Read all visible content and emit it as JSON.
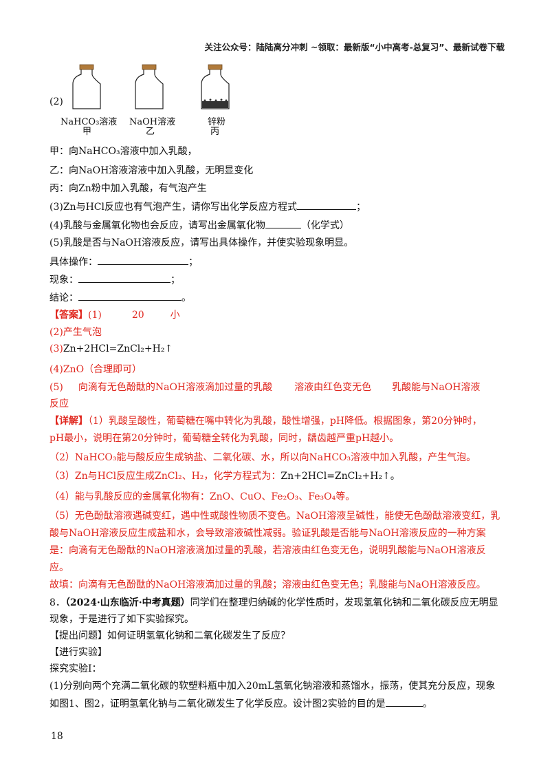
{
  "header": {
    "text": "关注公众号：陆陆高分冲刺 ~领取：最新版“小中高考-总复习”、最新试卷下载"
  },
  "figure": {
    "number": "(2)",
    "bottles": [
      {
        "label": "NaHCO₃溶液",
        "name": "甲"
      },
      {
        "label": "NaOH溶液",
        "name": "乙"
      },
      {
        "label": "锌粉",
        "name": "丙"
      }
    ]
  },
  "obs": {
    "jia": "甲：向NaHCO₃溶液中加入乳酸，",
    "yi": "乙：向NaOH溶液溶液中加入乳酸，无明显变化",
    "bing": "丙：向Zn粉中加入乳酸，有气泡产生"
  },
  "questions": {
    "q3": "(3)Zn与HCl反应也有气泡产生，请你写出化学反应方程式",
    "q3_end": "；",
    "q4": "(4)乳酸与金属氧化物也会反应，请写出金属氧化物",
    "q4_end": "（化学式）",
    "q5": "(5)乳酸是否与NaOH溶液反应，请写出具体操作，并使实验现象明显。",
    "op": "具体操作：",
    "op_end": "；",
    "phen": "现象：",
    "phen_end": "；",
    "concl": "结论：",
    "concl_end": "。"
  },
  "answer": {
    "tag": "【答案】",
    "a1": "(1)",
    "a1_v1": "20",
    "a1_v2": "小",
    "a2": "(2)产生气泡",
    "a3_pre": "(3)",
    "a3_eq": "Zn+2HCl=ZnCl₂+H₂↑",
    "a4": "(4)ZnO（合理即可）",
    "a5": "(5)",
    "a5_p1": "向滴有无色酚酞的NaOH溶液滴加过量的乳酸",
    "a5_p2": "溶液由红色变无色",
    "a5_p3": "乳酸能与NaOH溶液",
    "a5_p4": "反应"
  },
  "detail": {
    "tag": "【详解】",
    "d1a": "（1）乳酸呈酸性，葡萄糖在嘴中转化为乳酸，酸性增强，pH降低。根据图象，第20分钟时，",
    "d1b": "pH最小，说明在第20分钟时，葡萄糖全转化为乳酸，同时，龋齿越严重pH越小。",
    "d2": "（2）NaHCO₃能与酸反应生成钠盐、二氧化碳、水，所以向NaHCO₃溶液中加入乳酸，产生气泡。",
    "d3_pre": "（3）Zn与HCl反应生成ZnCl₂、H₂，化学方程式为：",
    "d3_eq": "Zn+2HCl=ZnCl₂+H₂↑。",
    "d4": "（4）能与乳酸反应的金属氧化物有：ZnO、CuO、Fe₂O₃、Fe₃O₄等。",
    "d5a": "（5）无色酚酞溶液遇碱变红，遇中性或酸性物质不变色。NaOH溶液呈碱性，能使无色酚酞溶液变红，乳",
    "d5b": "酸与NaOH溶液反应生成盐和水，会导致溶液碱性减弱。验证乳酸是否能与NaOH溶液反应的一种方案",
    "d5c": "是：向滴有无色酚酞的NaOH溶液滴加过量的乳酸，若溶液由红色变无色，说明乳酸能与NaOH溶液反",
    "d5d": "应。",
    "fill": "故填：向滴有无色酚酞的NaOH溶液滴加过量的乳酸；溶液由红色变无色；乳酸能与NaOH溶液反应。"
  },
  "q8": {
    "num": "8．",
    "source": "（2024·山东临沂·中考真题）",
    "text1": "同学们在整理归纳碱的化学性质时，发现氢氧化钠和二氧化碳反应无明显",
    "text2": "现象，于是进行了如下实验探究。",
    "ask": "【提出问题】如何证明氢氧化钠和二氧化碳发生了反应？",
    "exp": "【进行实验】",
    "exp1": "探究实验Ⅰ：",
    "p1a": "(1)分别向两个充满二氧化碳的软塑料瓶中加入20mL氢氧化钠溶液和蒸馏水，振荡，使其充分反应，现象",
    "p1b": "如图1、图2，证明氢氧化钠与二氧化碳发生了化学反应。设计图2实验的目的是",
    "p1b_end": "。"
  },
  "page": {
    "number": "18"
  }
}
